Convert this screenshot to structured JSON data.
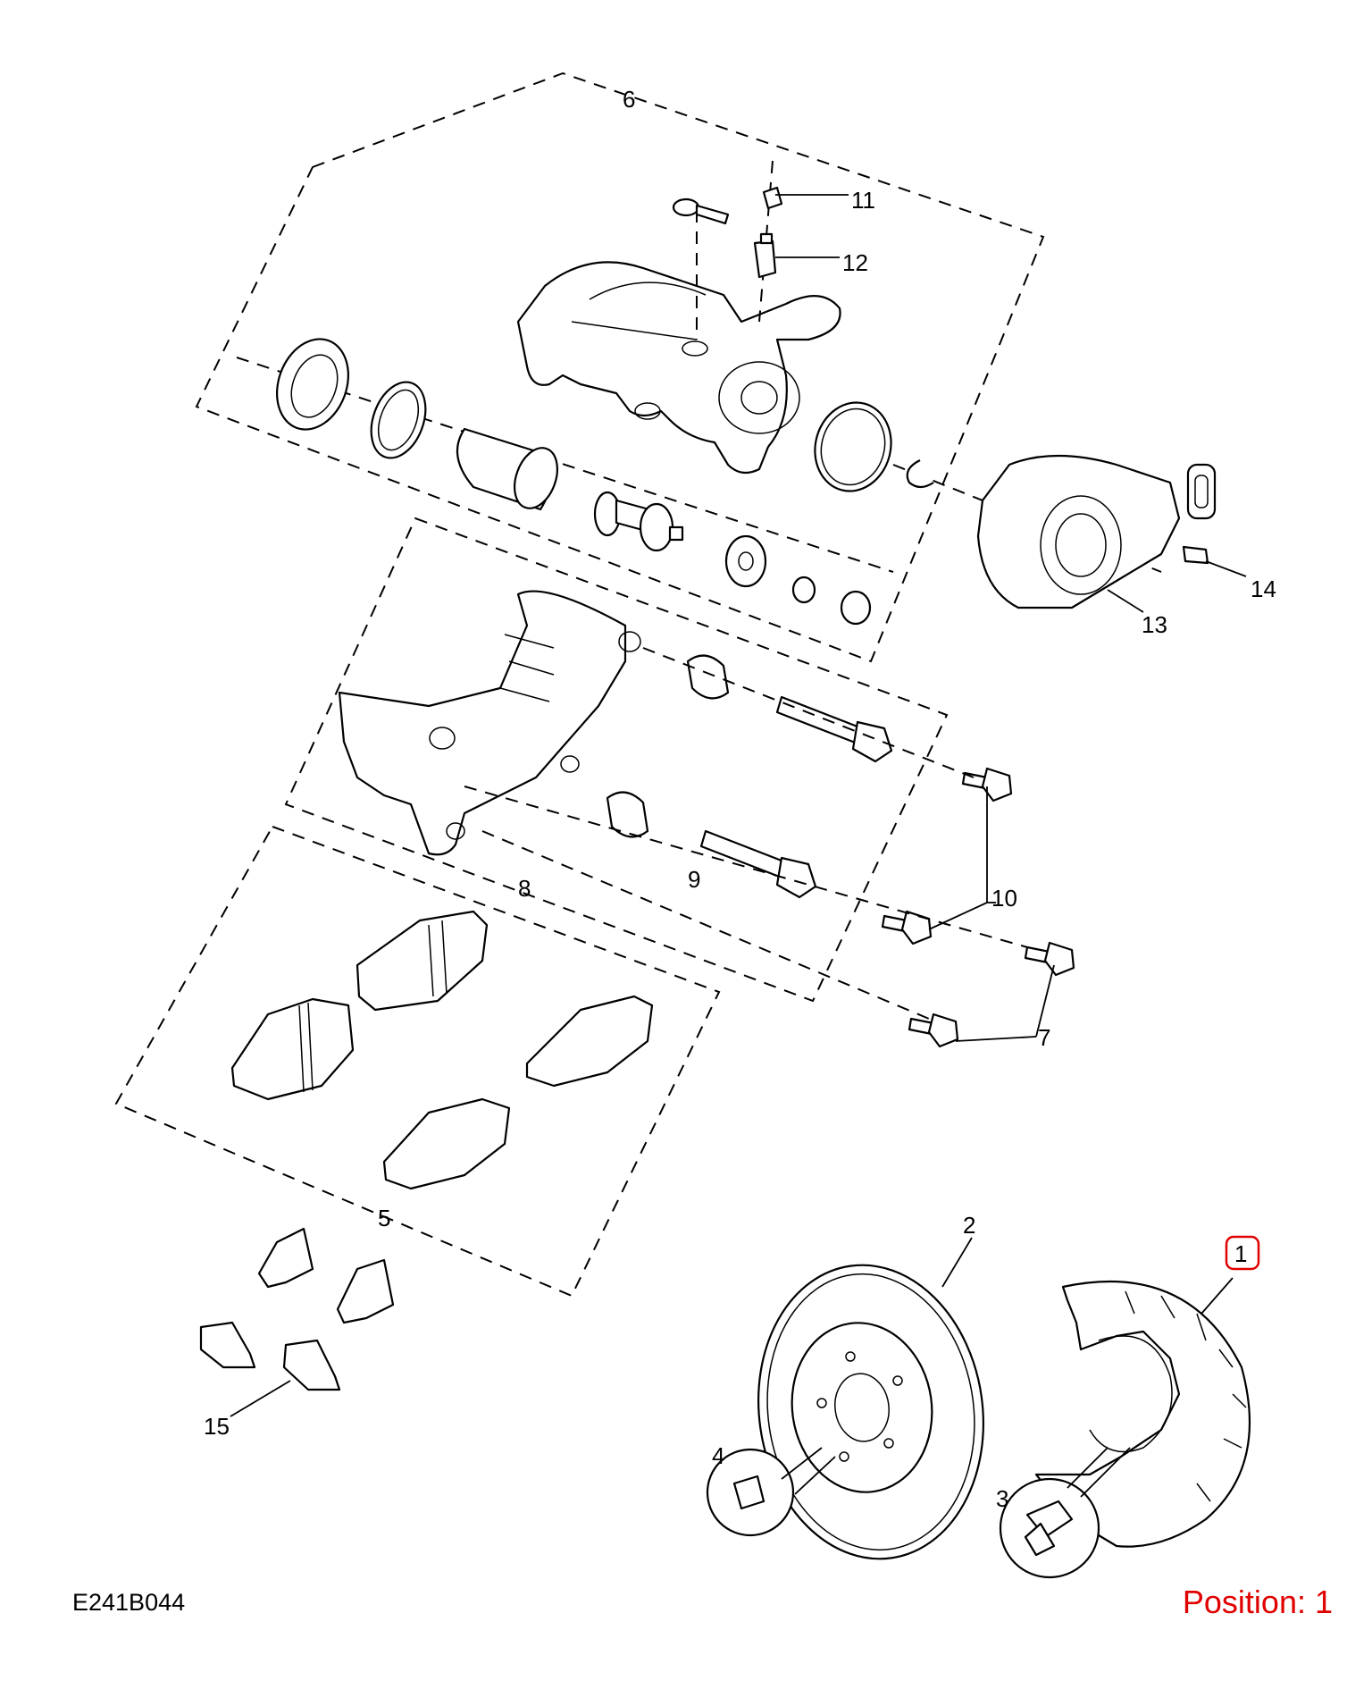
{
  "diagram": {
    "callouts": [
      "1",
      "2",
      "3",
      "4",
      "5",
      "6",
      "7",
      "8",
      "9",
      "10",
      "11",
      "12",
      "13",
      "14",
      "15"
    ],
    "highlighted_callout": "1",
    "highlight_color": "#e00000"
  },
  "footer": {
    "drawing_code": "E241B044",
    "position_label": "Position: 1"
  }
}
